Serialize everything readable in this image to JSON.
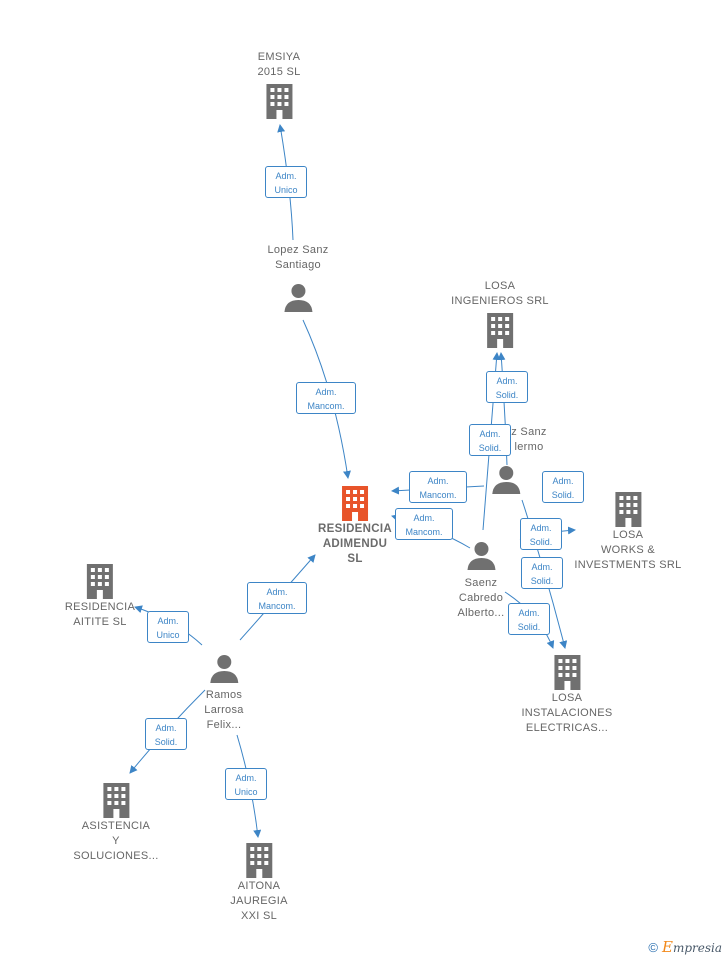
{
  "colors": {
    "company": "#707070",
    "focus": "#e8542a",
    "person": "#707070",
    "edge": "#3d85c6",
    "label": "#666666"
  },
  "nodes": [
    {
      "id": "residencia_adimendu",
      "type": "company",
      "focus": true,
      "lines": [
        "RESIDENCIA",
        "ADIMENDU",
        "SL"
      ]
    },
    {
      "id": "emsiya",
      "type": "company",
      "lines": [
        "EMSIYA",
        "2015  SL"
      ]
    },
    {
      "id": "losa_ingenieros",
      "type": "company",
      "lines": [
        "LOSA",
        "INGENIEROS SRL"
      ]
    },
    {
      "id": "losa_works",
      "type": "company",
      "lines": [
        "LOSA",
        "WORKS &",
        "INVESTMENTS SRL"
      ]
    },
    {
      "id": "losa_instalaciones",
      "type": "company",
      "lines": [
        "LOSA",
        "INSTALACIONES",
        "ELECTRICAS..."
      ]
    },
    {
      "id": "residencia_aitite",
      "type": "company",
      "lines": [
        "RESIDENCIA",
        "AITITE  SL"
      ]
    },
    {
      "id": "asistencia",
      "type": "company",
      "lines": [
        "ASISTENCIA",
        "Y",
        "SOLUCIONES..."
      ]
    },
    {
      "id": "aitona",
      "type": "company",
      "lines": [
        "AITONA",
        "JAUREGIA",
        "XXI  SL"
      ]
    },
    {
      "id": "lopez_sanz",
      "type": "person",
      "lines": [
        "Lopez Sanz",
        "Santiago"
      ]
    },
    {
      "id": "lopez_guillermo",
      "type": "person",
      "lines": [
        "z Sanz",
        "lermo"
      ]
    },
    {
      "id": "saenz",
      "type": "person",
      "lines": [
        "Saenz",
        "Cabredo",
        "Alberto..."
      ]
    },
    {
      "id": "ramos",
      "type": "person",
      "lines": [
        "Ramos",
        "Larrosa",
        "Felix..."
      ]
    }
  ],
  "badges": [
    {
      "id": "b1",
      "lines": [
        "Adm.",
        "Unico"
      ]
    },
    {
      "id": "b2",
      "lines": [
        "Adm.",
        "Mancom."
      ]
    },
    {
      "id": "b3",
      "lines": [
        "Adm.",
        "Mancom."
      ]
    },
    {
      "id": "b4",
      "lines": [
        "Adm.",
        "Mancom."
      ]
    },
    {
      "id": "b5",
      "lines": [
        "Adm.",
        "Mancom."
      ]
    },
    {
      "id": "b6",
      "lines": [
        "Adm.",
        "Solid."
      ]
    },
    {
      "id": "b7",
      "lines": [
        "Adm.",
        "Solid."
      ]
    },
    {
      "id": "b8",
      "lines": [
        "Adm.",
        "Solid."
      ]
    },
    {
      "id": "b9",
      "lines": [
        "Adm.",
        "Solid."
      ]
    },
    {
      "id": "b10",
      "lines": [
        "Adm.",
        "Solid."
      ]
    },
    {
      "id": "b11",
      "lines": [
        "Adm.",
        "Solid."
      ]
    },
    {
      "id": "b12",
      "lines": [
        "Adm.",
        "Unico"
      ]
    },
    {
      "id": "b13",
      "lines": [
        "Adm.",
        "Solid."
      ]
    },
    {
      "id": "b14",
      "lines": [
        "Adm.",
        "Unico"
      ]
    }
  ],
  "footer": {
    "copyright": "©",
    "brand_initial": "E",
    "brand_rest": "mpresia"
  }
}
